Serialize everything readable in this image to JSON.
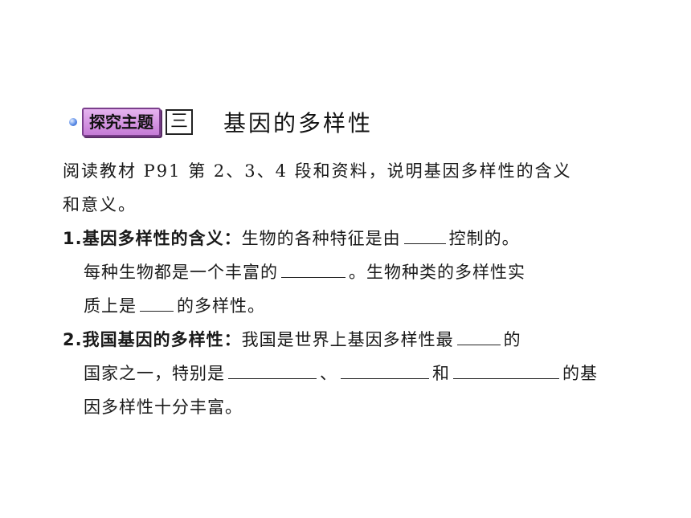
{
  "section": {
    "badge": "探究主题",
    "number": "三",
    "title": "基因的多样性"
  },
  "intro": {
    "line1": "阅读教材 P91 第 2、3、4 段和资料，说明基因多样性的含义",
    "line2": "和意义。"
  },
  "items": [
    {
      "number": "1.",
      "label": "基因多样性的含义：",
      "line1_a": "生物的各种特征是由",
      "line1_b": "控制的。",
      "line2_a": "每种生物都是一个丰富的",
      "line2_b": "。生物种类的多样性实",
      "line3_a": "质上是",
      "line3_b": "的多样性。"
    },
    {
      "number": "2.",
      "label": "我国基因的多样性：",
      "line1_a": "我国是世界上基因多样性最",
      "line1_b": "的",
      "line2_a": "国家之一，特别是",
      "line2_b": "、",
      "line2_c": "和",
      "line2_d": "的基",
      "line3": "因多样性十分丰富。"
    }
  ]
}
